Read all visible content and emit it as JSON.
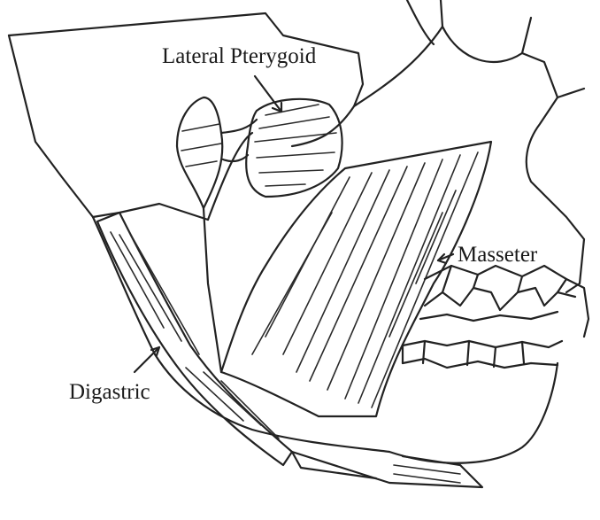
{
  "figure": {
    "labels": {
      "lateral_pterygoid": "Lateral Pterygoid",
      "masseter": "Masseter",
      "digastric": "Digastric"
    },
    "colors": {
      "ink": "#222222",
      "background": "#ffffff"
    }
  }
}
